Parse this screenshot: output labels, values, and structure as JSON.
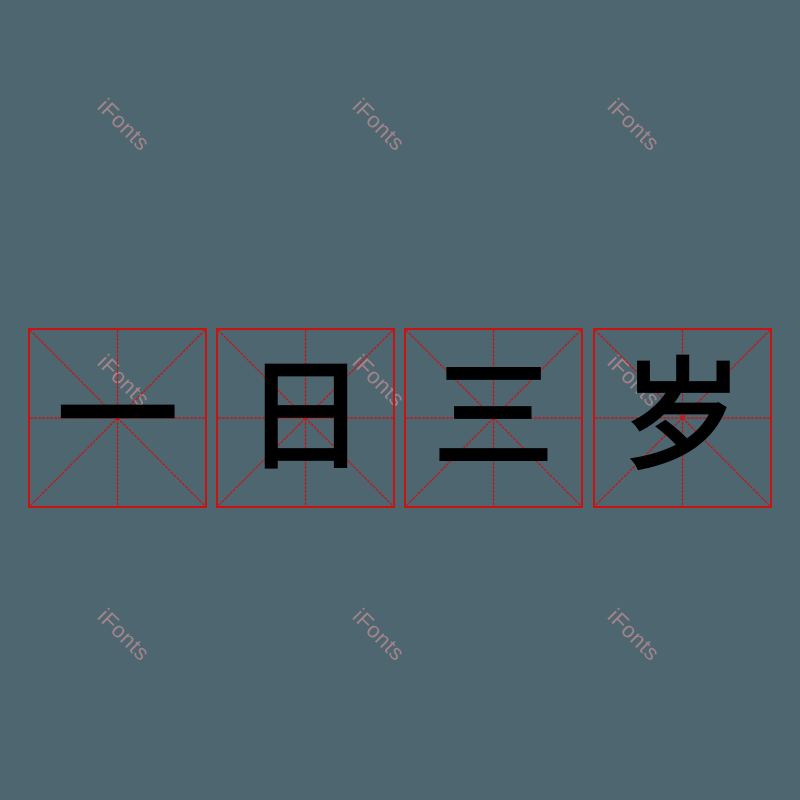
{
  "phrase": {
    "characters": [
      "一",
      "日",
      "三",
      "岁"
    ],
    "text": "一日三岁"
  },
  "watermark": {
    "text": "iFonts"
  },
  "colors": {
    "background": "#4e6670",
    "grid_red": "#cc1111",
    "glyph": "#000000",
    "watermark": "#b08a8e"
  }
}
